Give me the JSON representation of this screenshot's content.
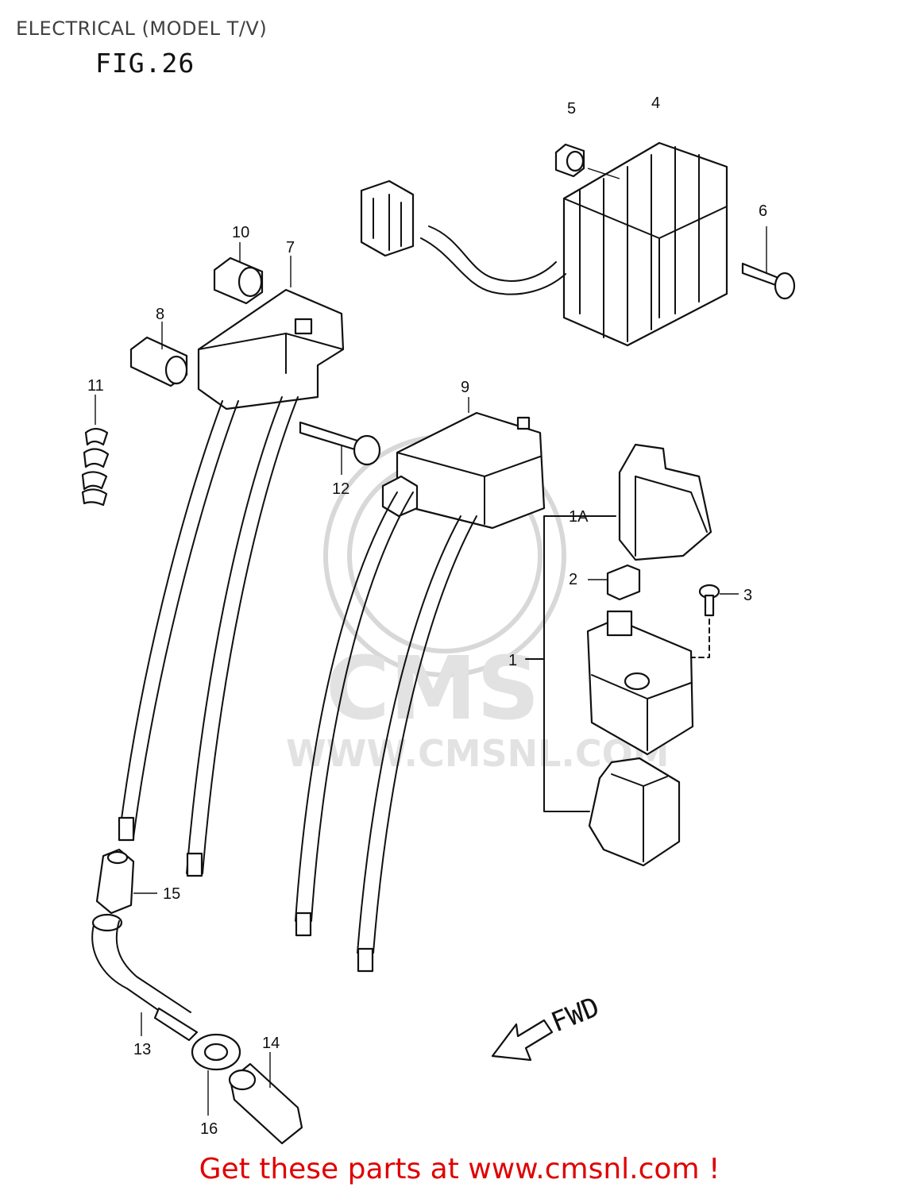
{
  "header": {
    "title": "ELECTRICAL (MODEL T/V)",
    "figure": "FIG.26"
  },
  "watermark": {
    "logo_text": "CMS",
    "url_text": "WWW.CMSNL.COM"
  },
  "callouts": {
    "c1": "1",
    "c1A": "1A",
    "c2": "2",
    "c3": "3",
    "c4": "4",
    "c5": "5",
    "c6": "6",
    "c7": "7",
    "c8": "8",
    "c9": "9",
    "c10": "10",
    "c11": "11",
    "c12": "12",
    "c13": "13",
    "c14": "14",
    "c15": "15",
    "c16": "16"
  },
  "direction": {
    "label": "FWD"
  },
  "footer": {
    "text": "Get these parts at www.cmsnl.com !"
  },
  "colors": {
    "line": "#111111",
    "footer": "#e00000",
    "watermark": "#d8d8d8"
  }
}
